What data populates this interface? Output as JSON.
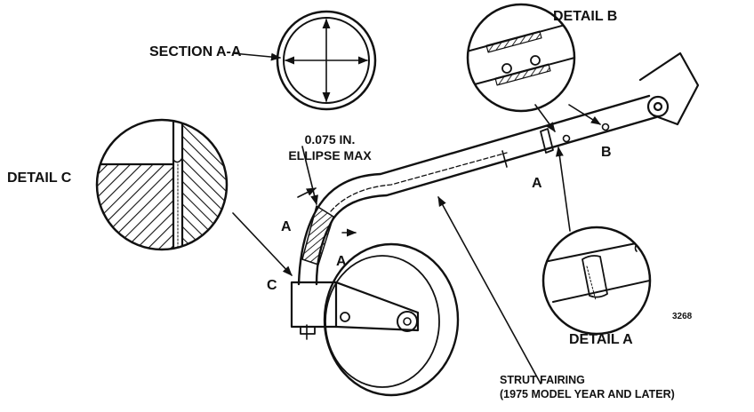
{
  "labels": {
    "section_aa": "SECTION A-A",
    "detail_b": "DETAIL B",
    "detail_c": "DETAIL C",
    "detail_a": "DETAIL A",
    "ellipse_line1": "0.075 IN.",
    "ellipse_line2": "ELLIPSE MAX",
    "marker_a_left_top": "A",
    "marker_a_left_bottom": "A",
    "marker_a_right": "A",
    "marker_b": "B",
    "marker_c": "C",
    "figure_number": "3268",
    "fairing_line1": "STRUT FAIRING",
    "fairing_line2": "(1975 MODEL YEAR AND LATER)"
  },
  "colors": {
    "ink": "#111111",
    "background": "#ffffff"
  }
}
